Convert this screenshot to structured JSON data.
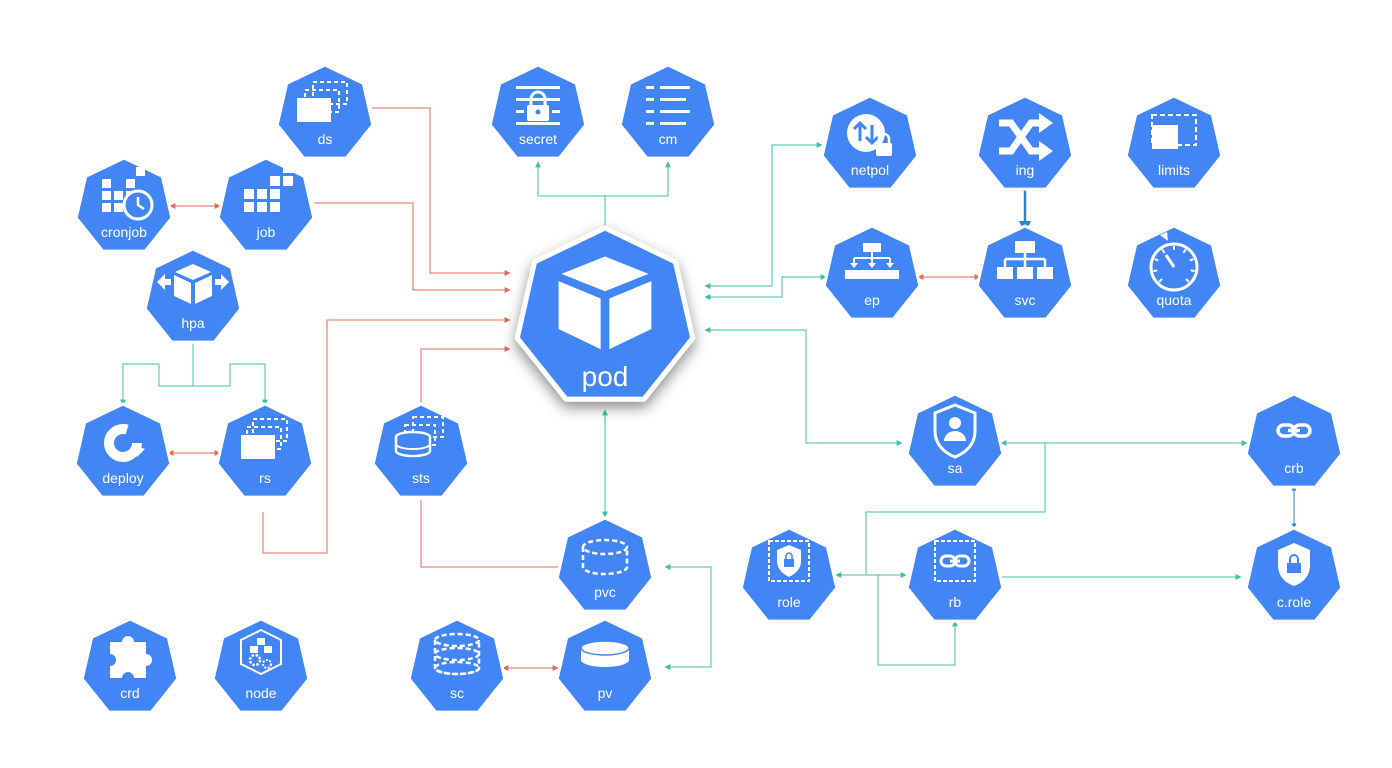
{
  "colors": {
    "node_fill": "#4285f4",
    "node_stroke": "#ffffff",
    "icon": "#ffffff",
    "edge_red": "#e06a55",
    "edge_teal": "#3fbfa9",
    "edge_blue": "#2f86c4"
  },
  "nodes": [
    {
      "id": "ds",
      "label": "ds",
      "icon": "daemonset-icon"
    },
    {
      "id": "secret",
      "label": "secret",
      "icon": "secret-lock-icon"
    },
    {
      "id": "cm",
      "label": "cm",
      "icon": "configmap-list-icon"
    },
    {
      "id": "netpol",
      "label": "netpol",
      "icon": "network-policy-icon"
    },
    {
      "id": "ing",
      "label": "ing",
      "icon": "ingress-shuffle-icon"
    },
    {
      "id": "limits",
      "label": "limits",
      "icon": "limit-range-icon"
    },
    {
      "id": "cronjob",
      "label": "cronjob",
      "icon": "cronjob-clock-icon"
    },
    {
      "id": "job",
      "label": "job",
      "icon": "job-grid-icon"
    },
    {
      "id": "pod",
      "label": "pod",
      "icon": "pod-cube-icon"
    },
    {
      "id": "ep",
      "label": "ep",
      "icon": "endpoints-icon"
    },
    {
      "id": "svc",
      "label": "svc",
      "icon": "service-tree-icon"
    },
    {
      "id": "quota",
      "label": "quota",
      "icon": "quota-gauge-icon"
    },
    {
      "id": "hpa",
      "label": "hpa",
      "icon": "hpa-scale-icon"
    },
    {
      "id": "deploy",
      "label": "deploy",
      "icon": "deployment-cycle-icon"
    },
    {
      "id": "rs",
      "label": "rs",
      "icon": "replicaset-stack-icon"
    },
    {
      "id": "sts",
      "label": "sts",
      "icon": "statefulset-disk-icon"
    },
    {
      "id": "sa",
      "label": "sa",
      "icon": "service-account-user-icon"
    },
    {
      "id": "crb",
      "label": "crb",
      "icon": "cluster-role-binding-link-icon"
    },
    {
      "id": "pvc",
      "label": "pvc",
      "icon": "pvc-disk-dashed-icon"
    },
    {
      "id": "role",
      "label": "role",
      "icon": "role-lock-icon"
    },
    {
      "id": "rb",
      "label": "rb",
      "icon": "role-binding-link-icon"
    },
    {
      "id": "crole",
      "label": "c.role",
      "icon": "cluster-role-lock-icon"
    },
    {
      "id": "crd",
      "label": "crd",
      "icon": "puzzle-piece-icon"
    },
    {
      "id": "node",
      "label": "node",
      "icon": "node-cluster-icon"
    },
    {
      "id": "sc",
      "label": "sc",
      "icon": "storage-class-stack-icon"
    },
    {
      "id": "pv",
      "label": "pv",
      "icon": "persistent-volume-disk-icon"
    }
  ],
  "edges": [
    {
      "from": "ds",
      "to": "pod",
      "color": "red"
    },
    {
      "from": "job",
      "to": "pod",
      "color": "red"
    },
    {
      "from": "cronjob",
      "to": "job",
      "color": "red"
    },
    {
      "from": "rs",
      "to": "pod",
      "color": "red"
    },
    {
      "from": "sts",
      "to": "pod",
      "color": "red"
    },
    {
      "from": "deploy",
      "to": "rs",
      "color": "red"
    },
    {
      "from": "hpa",
      "to": "deploy",
      "color": "teal"
    },
    {
      "from": "hpa",
      "to": "rs",
      "color": "teal"
    },
    {
      "from": "pod",
      "to": "secret",
      "color": "teal"
    },
    {
      "from": "pod",
      "to": "cm",
      "color": "teal"
    },
    {
      "from": "netpol",
      "to": "pod",
      "color": "teal"
    },
    {
      "from": "ep",
      "to": "pod",
      "color": "teal"
    },
    {
      "from": "ep",
      "to": "svc",
      "color": "red"
    },
    {
      "from": "ing",
      "to": "svc",
      "color": "blue"
    },
    {
      "from": "pod",
      "to": "sa",
      "color": "teal"
    },
    {
      "from": "pod",
      "to": "pvc",
      "color": "teal"
    },
    {
      "from": "sts",
      "to": "pvc",
      "color": "red"
    },
    {
      "from": "pvc",
      "to": "pv",
      "color": "teal"
    },
    {
      "from": "sc",
      "to": "pv",
      "color": "red"
    },
    {
      "from": "crb",
      "to": "sa",
      "color": "teal"
    },
    {
      "from": "crb",
      "to": "crole",
      "color": "blue"
    },
    {
      "from": "rb",
      "to": "crole",
      "color": "teal"
    },
    {
      "from": "rb",
      "to": "role",
      "color": "teal"
    },
    {
      "from": "rb",
      "to": "sa",
      "color": "teal"
    }
  ]
}
